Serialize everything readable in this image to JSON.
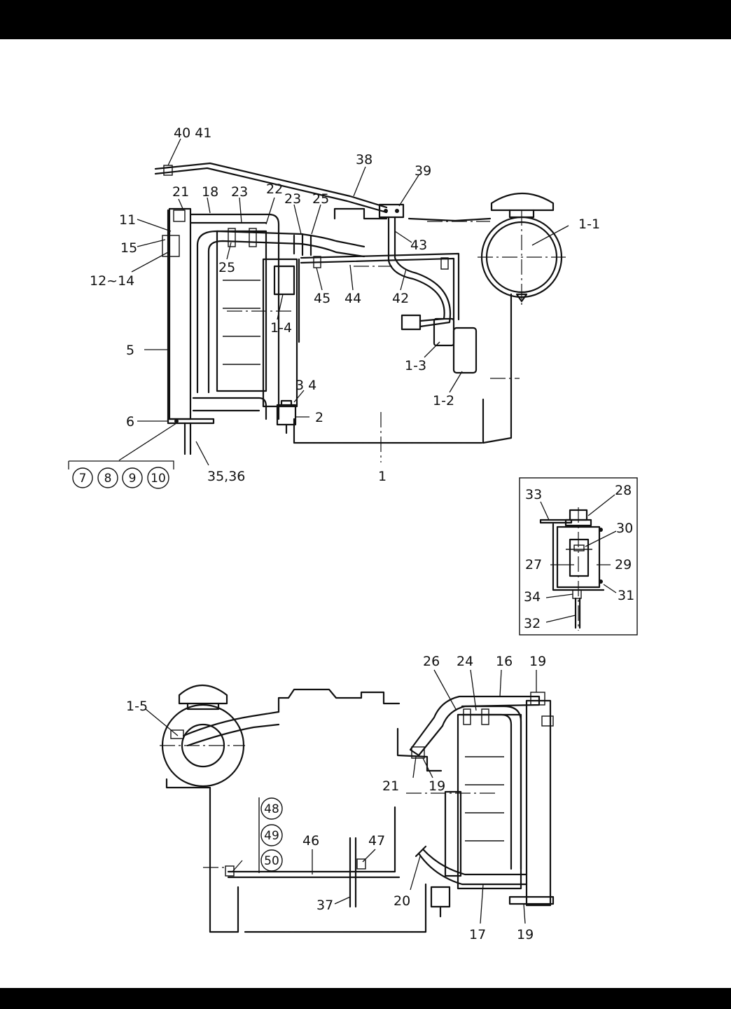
{
  "upper_view": {
    "part_labels": [
      "40 41",
      "38",
      "39",
      "21",
      "18",
      "23",
      "22",
      "23",
      "25",
      "11",
      "15",
      "12~14",
      "25",
      "43",
      "1-1",
      "45",
      "44",
      "42",
      "1-4",
      "5",
      "1-3",
      "1-2",
      "3 4",
      "2",
      "6",
      "35,36",
      "1"
    ],
    "circled_labels": [
      "7",
      "8",
      "9",
      "10"
    ]
  },
  "detail_view": {
    "part_labels": [
      "33",
      "28",
      "30",
      "27",
      "29",
      "31",
      "34",
      "32"
    ]
  },
  "lower_view": {
    "part_labels": [
      "26",
      "24",
      "16",
      "19",
      "1-5",
      "21",
      "19",
      "46",
      "47",
      "37",
      "20",
      "17",
      "19"
    ],
    "circled_labels": [
      "48",
      "49",
      "50"
    ]
  }
}
